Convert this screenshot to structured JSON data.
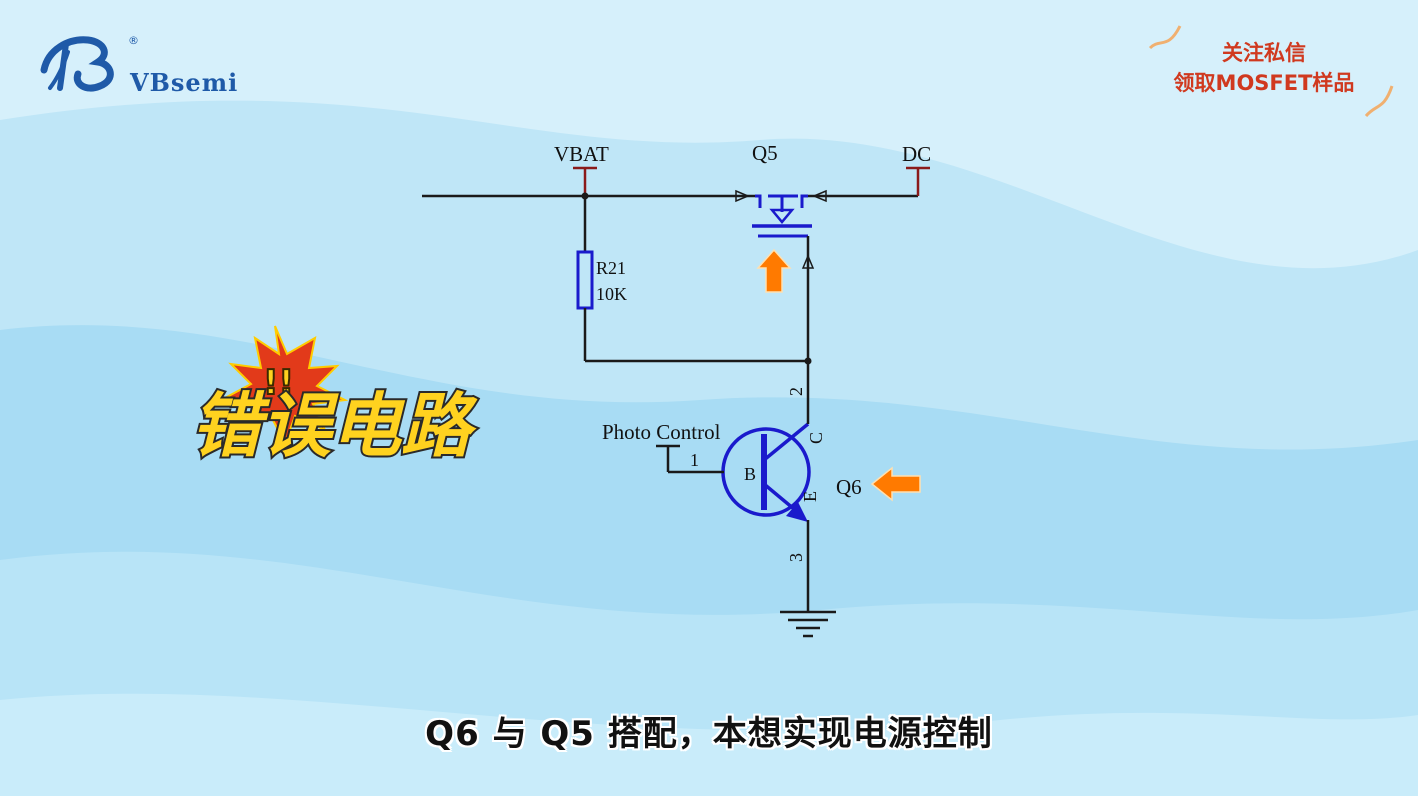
{
  "brand": {
    "name": "VBsemi",
    "registered_mark": "®"
  },
  "promo": {
    "line1": "关注私信",
    "line2": "领取MOSFET样品"
  },
  "badge": {
    "exclaim": "!!",
    "text": "错误电路"
  },
  "circuit": {
    "net_vbat": "VBAT",
    "net_dc": "DC",
    "mosfet_ref": "Q5",
    "resistor_ref": "R21",
    "resistor_value": "10K",
    "transistor_ref": "Q6",
    "input_label": "Photo Control",
    "pin1": "1",
    "pin2": "2",
    "pin3": "3",
    "pin_b": "B",
    "pin_c": "C",
    "pin_e": "E"
  },
  "subtitle": "Q6 与 Q5 搭配，本想实现电源控制",
  "colors": {
    "background": "#bfe6f7",
    "wire": "#1a1a1a",
    "component": "#1a1acc",
    "arrow": "#ff7a00",
    "badge_text": "#ffd21f",
    "promo_text": "#d0391f"
  }
}
